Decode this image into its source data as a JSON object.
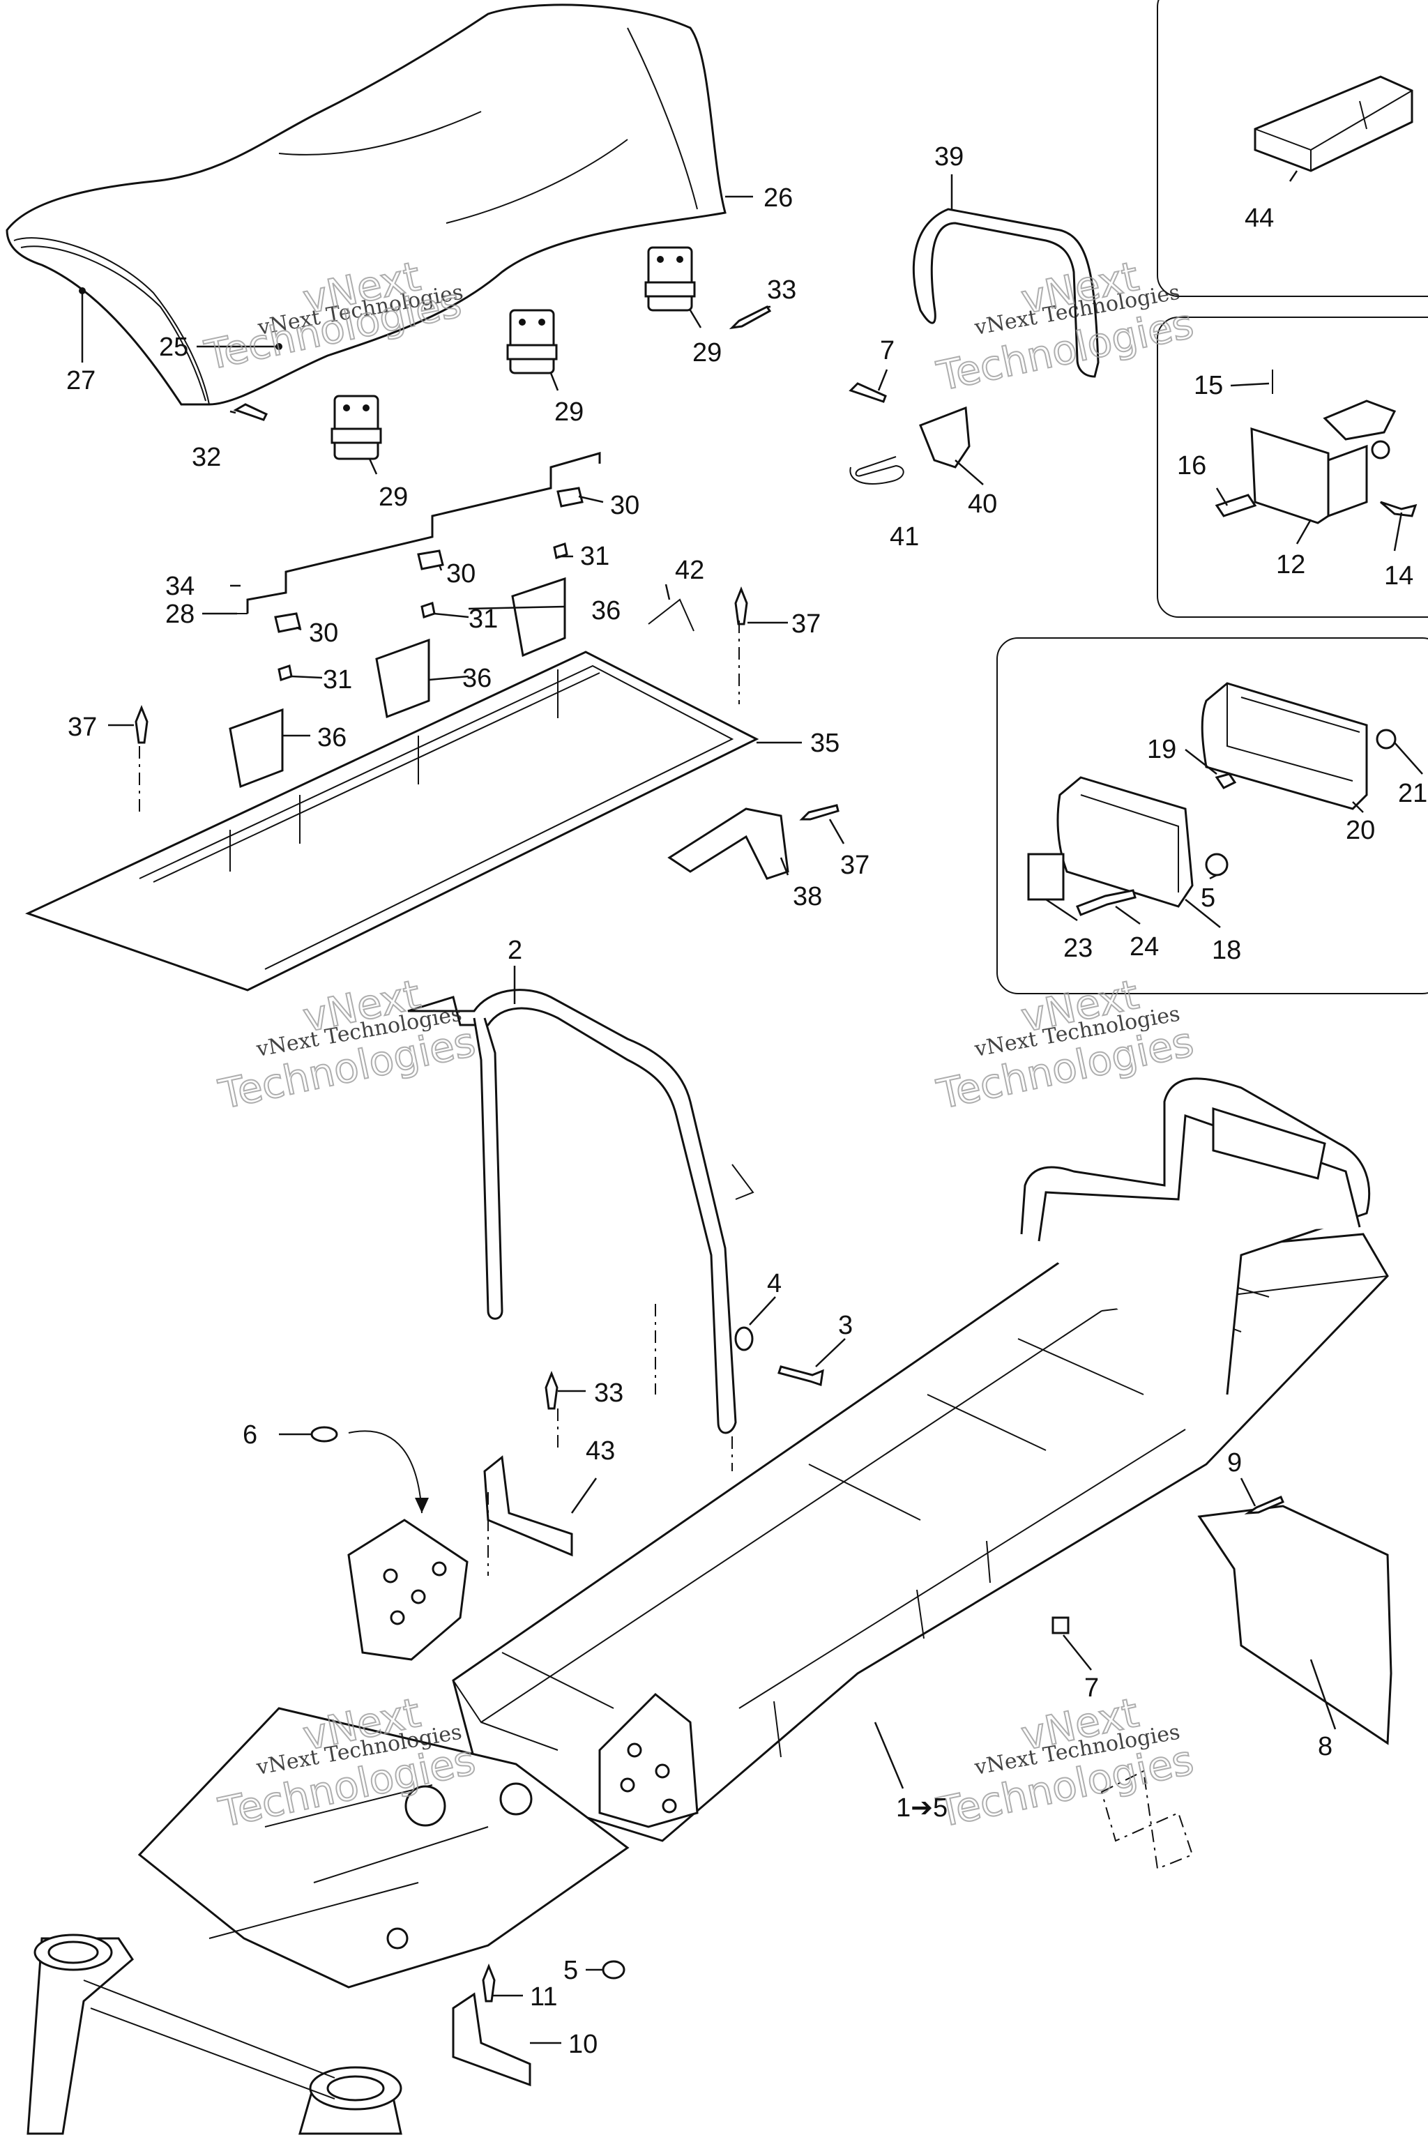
{
  "watermark": {
    "line1": "vNext",
    "line2": "Technologies",
    "company": "vNext Technologies"
  },
  "callouts": {
    "c26": "26",
    "c27": "27",
    "c25": "25",
    "c32": "32",
    "c29a": "29",
    "c29b": "29",
    "c29c": "29",
    "c33a": "33",
    "c39": "39",
    "c7a": "7",
    "c41": "41",
    "c40": "40",
    "c44": "44",
    "c15": "15",
    "c16": "16",
    "c12": "12",
    "c14": "14",
    "c30a": "30",
    "c31a": "31",
    "c34": "34",
    "c28": "28",
    "c30b": "30",
    "c31b": "31",
    "c30c": "30",
    "c31c": "31",
    "c42": "42",
    "c36a": "36",
    "c36b": "36",
    "c36c": "36",
    "c37a": "37",
    "c37b": "37",
    "c35": "35",
    "c37c": "37",
    "c38": "38",
    "c19": "19",
    "c21": "21",
    "c20": "20",
    "c5a": "5",
    "c23": "23",
    "c24": "24",
    "c18": "18",
    "c2": "2",
    "c4": "4",
    "c3": "3",
    "c33b": "33",
    "c6": "6",
    "c43": "43",
    "c9": "9",
    "c7b": "7",
    "c8": "8",
    "c15range": "1➔5",
    "c5b": "5",
    "c11": "11",
    "c10": "10"
  },
  "colors": {
    "ink": "#111111",
    "paper": "#ffffff",
    "watermark": "#9a9a9a"
  }
}
